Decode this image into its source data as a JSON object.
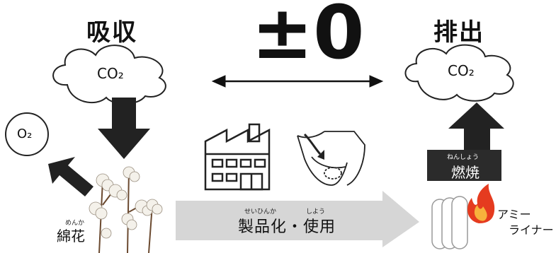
{
  "absorb": {
    "title": "吸収",
    "cloud_label": "CO₂",
    "oxygen_label": "O₂",
    "cotton_ruby": "めんか",
    "cotton_label": "綿花"
  },
  "balance": {
    "label": "±0"
  },
  "emit": {
    "title": "排出",
    "cloud_label": "CO₂",
    "combustion_ruby": "ねんしょう",
    "combustion_label": "燃焼",
    "product_label_line1": "アミー",
    "product_label_line2": "ライナー"
  },
  "process": {
    "ruby_1": "せいひんか",
    "ruby_2": "しよう",
    "label": "製品化・使用"
  },
  "colors": {
    "arrow_dark": "#222222",
    "process_arrow": "#d6d6d6",
    "combustion_box": "#2b2b2b",
    "flame_orange": "#f28a1e",
    "flame_red": "#e53b1f"
  },
  "icons": [
    "cloud-icon",
    "factory-icon",
    "underwear-icon",
    "cotton-plant-icon",
    "flame-icon",
    "liner-pads-icon"
  ]
}
